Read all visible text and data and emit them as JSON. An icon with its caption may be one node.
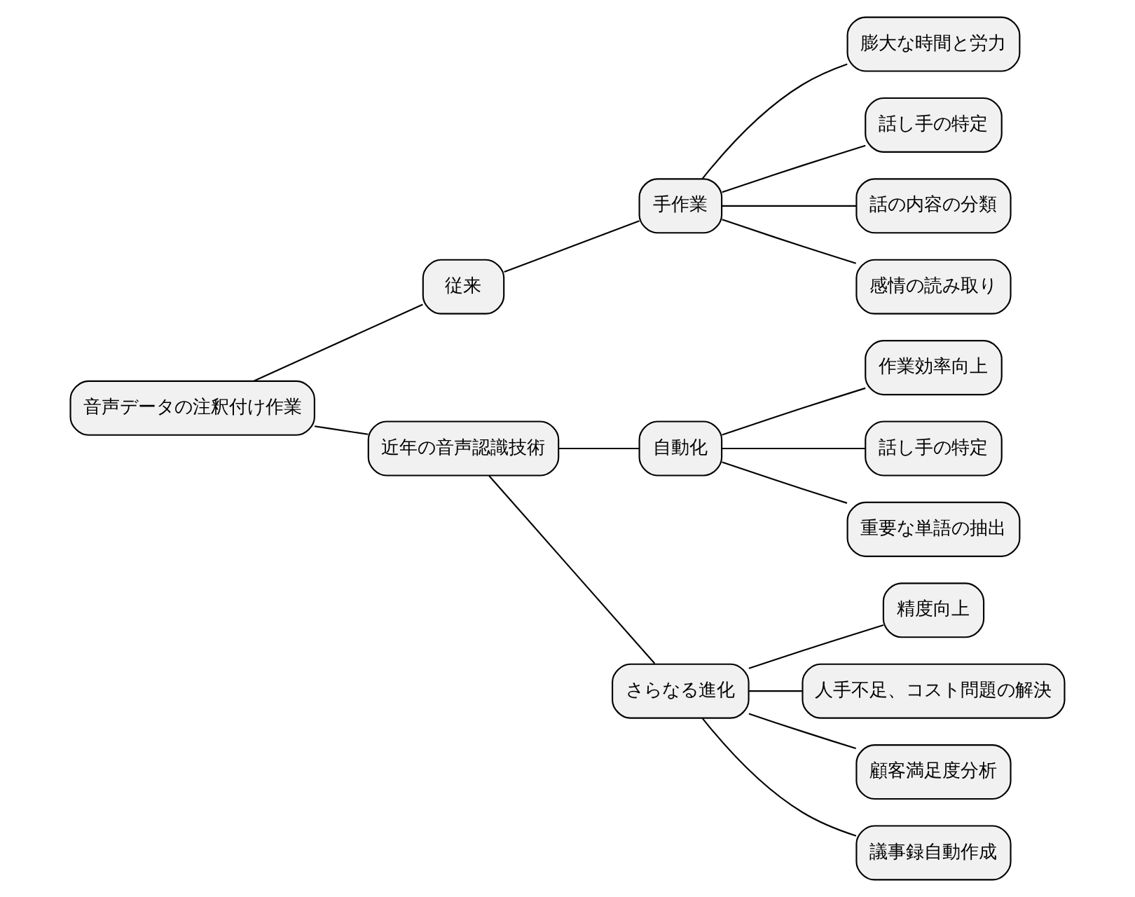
{
  "diagram": {
    "nodes": [
      {
        "text": [
          "音声データの注釈付け作業"
        ]
      },
      {
        "text": [
          "従来"
        ]
      },
      {
        "text": [
          "手作業"
        ]
      },
      {
        "text": [
          "膨大な時間と労力"
        ]
      },
      {
        "text": [
          "話し手の特定"
        ]
      },
      {
        "text": [
          "話の内容の分類"
        ]
      },
      {
        "text": [
          "感情の読み取り"
        ]
      },
      {
        "text": [
          "近年の音声認識技術"
        ]
      },
      {
        "text": [
          "自動化"
        ]
      },
      {
        "text": [
          "作業効率向上"
        ]
      },
      {
        "text": [
          "話し手の特定"
        ]
      },
      {
        "text": [
          "重要な単語の抽出"
        ]
      },
      {
        "text": [
          "さらなる進化"
        ]
      },
      {
        "text": [
          "精度向上"
        ]
      },
      {
        "text": [
          "人手不足、コスト問題の解決"
        ]
      },
      {
        "text": [
          "顧客満足度分析"
        ]
      },
      {
        "text": [
          "議事録自動作成"
        ]
      }
    ],
    "edges": [
      {
        "from": 0,
        "to": 1,
        "arrow": "none"
      },
      {
        "from": 1,
        "to": 2,
        "arrow": "none"
      },
      {
        "from": 2,
        "to": 3,
        "arrow": "none"
      },
      {
        "from": 2,
        "to": 4,
        "arrow": "none"
      },
      {
        "from": 2,
        "to": 5,
        "arrow": "none"
      },
      {
        "from": 2,
        "to": 6,
        "arrow": "none"
      },
      {
        "from": 0,
        "to": 7,
        "arrow": "none"
      },
      {
        "from": 7,
        "to": 8,
        "arrow": "none"
      },
      {
        "from": 8,
        "to": 9,
        "arrow": "none"
      },
      {
        "from": 8,
        "to": 10,
        "arrow": "none"
      },
      {
        "from": 8,
        "to": 11,
        "arrow": "none"
      },
      {
        "from": 7,
        "to": 12,
        "arrow": "none"
      },
      {
        "from": 12,
        "to": 13,
        "arrow": "none"
      },
      {
        "from": 12,
        "to": 14,
        "arrow": "none"
      },
      {
        "from": 12,
        "to": 15,
        "arrow": "none"
      },
      {
        "from": 12,
        "to": 16,
        "arrow": "none"
      }
    ]
  }
}
